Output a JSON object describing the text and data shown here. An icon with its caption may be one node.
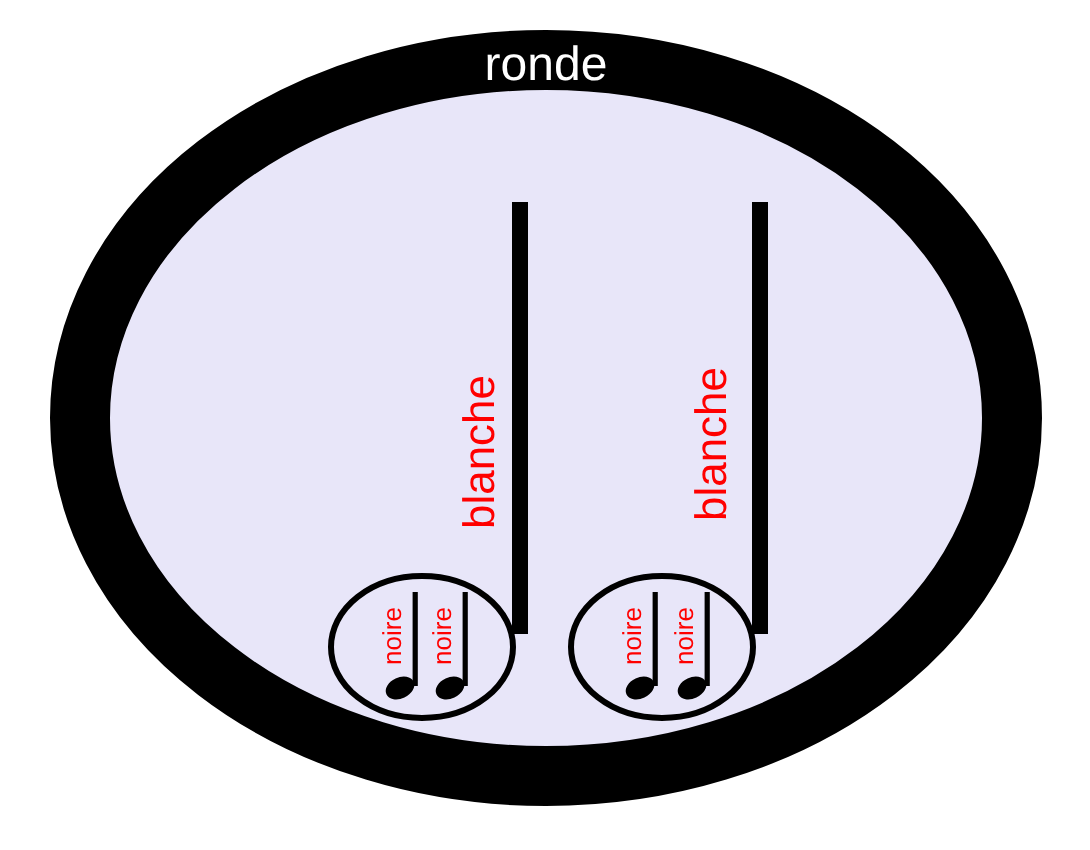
{
  "diagram": {
    "nodes": [
      {
        "text": [
          "ronde"
        ]
      },
      {
        "text": [
          "blanche"
        ],
        "in": 0
      },
      {
        "text": [
          "noire"
        ],
        "in": 1
      },
      {
        "text": [
          "noire"
        ],
        "in": 1
      },
      {
        "text": [
          "blanche"
        ],
        "in": 0
      },
      {
        "text": [
          "noire"
        ],
        "in": 4
      },
      {
        "text": [
          "noire"
        ],
        "in": 4
      }
    ]
  }
}
